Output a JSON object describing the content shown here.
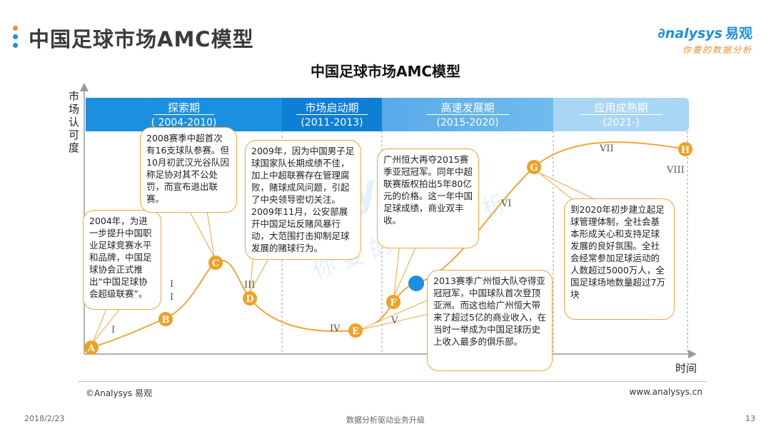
{
  "header": {
    "title": "中国足球市场AMC模型",
    "dot_colors": [
      "#e8902a",
      "#1b8fe0",
      "#1b8fe0"
    ],
    "logo_brand": "nalysys",
    "logo_brand_prefix": "∂",
    "logo_cn": "易观",
    "logo_slogan": "你要的数据分析"
  },
  "chart_title": "中国足球市场AMC模型",
  "axes": {
    "y_label": "市场认可度",
    "x_label": "时间"
  },
  "phases": [
    {
      "name": "探索期",
      "years": "( 2004-2010)",
      "color": "#1b8fe0"
    },
    {
      "name": "市场启动期",
      "years": "(2011-2013)",
      "color": "#0f7fd6"
    },
    {
      "name": "高速发展期",
      "years": "(2015-2020)",
      "color": "#5db3ea"
    },
    {
      "name": "应用成熟期",
      "years": "(2021-)",
      "color": "#a9d6f5"
    }
  ],
  "nodes": [
    {
      "letter": "A"
    },
    {
      "letter": "B"
    },
    {
      "letter": "C"
    },
    {
      "letter": "D"
    },
    {
      "letter": "E"
    },
    {
      "letter": "F"
    },
    {
      "letter": ""
    },
    {
      "letter": "G"
    },
    {
      "letter": "H"
    }
  ],
  "colors": {
    "node": "#f0a024",
    "node_highlight": "#1b8fe0",
    "curve": "#f0a63a",
    "grid": "#999999"
  },
  "stages": [
    "I",
    "I\nI",
    "III",
    "IV",
    "V",
    "VI",
    "VII",
    "VIII"
  ],
  "callouts": {
    "a": "2004年，为进一步提升中国职业足球竞赛水平和品牌，中国足球协会正式推出“中国足球协会超级联赛”。",
    "c": "2008赛季中超首次有16支球队参赛。但10月初武汉光谷队因称足协对其不公处罚，而宣布退出联赛。",
    "d": "2009年，因为中国男子足球国家队长期成绩不佳，加上中超联赛存在管理腐败，赌球成风问题，引起了中央领导密切关注。2009年11月，公安部展开中国足坛反赌风暴行动，大范围打击抑制足球发展的赌球行为。",
    "f": "广州恒大再夺2015赛季亚冠冠军。同年中超联赛版权拍出5年80亿元的价格。这一年中国足球成绩，商业双丰收。",
    "e": "2013赛季广州恒大队夺得亚冠冠军，中国球队首次登顶亚洲。而这也给广州恒大带来了超过5亿的商业收入，在当时一举成为中国足球历史上收入最多的俱乐部。",
    "g": "到2020年初步建立起足球管理体制，全社会基本形成关心和支持足球发展的良好氛围。全社会经常参加足球运动的人数超过5000万人，全国足球场地数量超过7万块"
  },
  "footer": {
    "copyright": "©Analysys 易观",
    "website": "www.analysys.cn",
    "date": "2018/2/23",
    "tagline": "数据分析驱动业务升级",
    "page": "13"
  }
}
